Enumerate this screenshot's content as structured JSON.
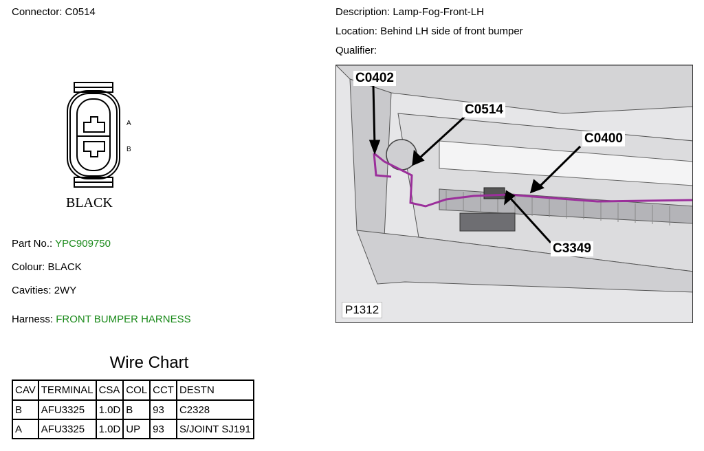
{
  "connector": {
    "label": "Connector:",
    "value": "C0514",
    "drawing": {
      "pin_a": "A",
      "pin_b": "B",
      "color_text": "BLACK"
    }
  },
  "details": {
    "part_no_label": "Part No.:",
    "part_no_value": "YPC909750",
    "colour_label": "Colour:",
    "colour_value": "BLACK",
    "cavities_label": "Cavities:",
    "cavities_value": "2WY",
    "harness_label": "Harness:",
    "harness_value": "FRONT BUMPER HARNESS",
    "link_color": "#1a8a1a"
  },
  "description": {
    "description_label": "Description:",
    "description_value": "Lamp-Fog-Front-LH",
    "location_label": "Location:",
    "location_value": "Behind LH side of front bumper",
    "qualifier_label": "Qualifier:",
    "qualifier_value": ""
  },
  "photo": {
    "callouts": [
      "C0402",
      "C0514",
      "C0400",
      "C3349"
    ],
    "photo_id": "P1312",
    "harness_color": "#9b2f9b"
  },
  "wire_chart": {
    "title": "Wire Chart",
    "headers": [
      "CAV",
      "TERMINAL",
      "CSA",
      "COL",
      "CCT",
      "DESTN"
    ],
    "rows": [
      [
        "B",
        "AFU3325",
        "1.0D",
        "B",
        "93",
        "C2328"
      ],
      [
        "A",
        "AFU3325",
        "1.0D",
        "UP",
        "93",
        "S/JOINT SJ191"
      ]
    ]
  }
}
